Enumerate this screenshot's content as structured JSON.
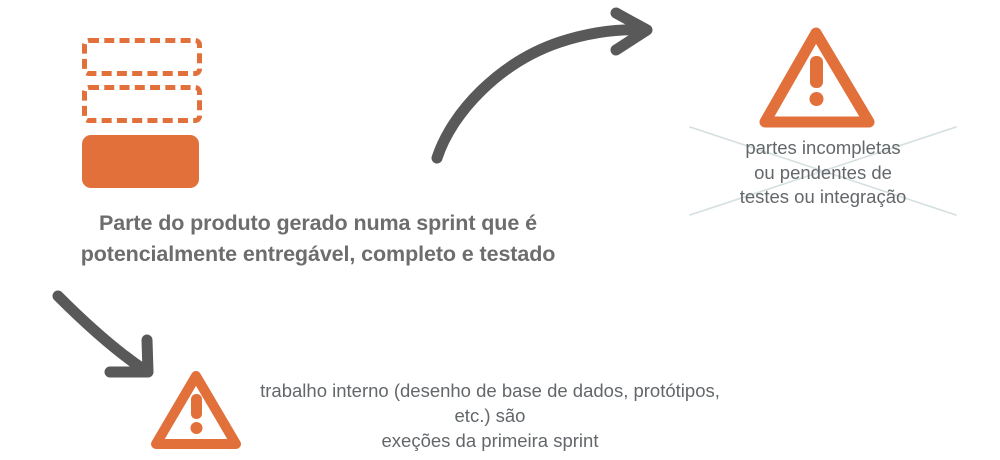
{
  "meta": {
    "colors": {
      "orange": "#E2703A",
      "text_gray": "#6d6d6d",
      "body_gray": "#63676a",
      "arrow_gray": "#595959",
      "cross_line": "#d5dfe0",
      "background": "#ffffff"
    }
  },
  "increment": {
    "label": "product-increment-stack",
    "dashed_boxes": 2,
    "solid_boxes": 1
  },
  "captions": {
    "main": {
      "line1": "Parte do produto gerado numa sprint que é",
      "line2": "potencialmente entregável, completo e testado"
    },
    "right_warning": {
      "line1": "partes incompletas",
      "line2": "ou pendentes de",
      "line3": "testes ou integração"
    },
    "bottom_warning": {
      "line1": "trabalho interno (desenho de base de dados, protótipos, etc.) são",
      "line2": "exeções da primeira sprint"
    }
  },
  "icons": {
    "warning_triangle_top_right": "warning-triangle-icon",
    "warning_triangle_bottom": "warning-triangle-icon",
    "arrow_up_right": "curved-arrow-up-right-icon",
    "arrow_down_right": "curved-arrow-down-right-icon",
    "cross_out": "cross-out-x-icon"
  }
}
